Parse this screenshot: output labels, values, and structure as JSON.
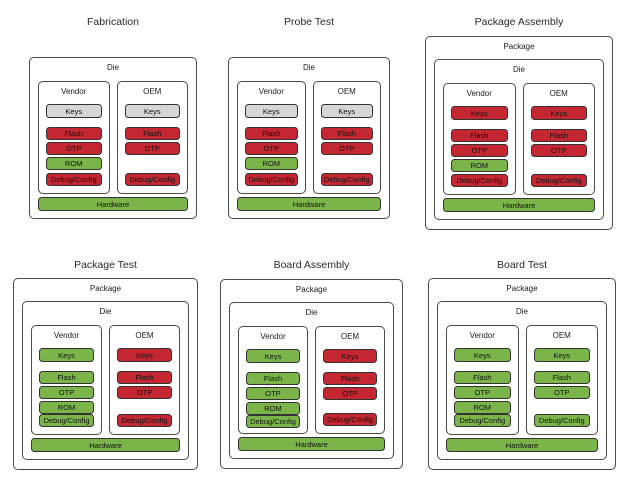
{
  "diagram": {
    "background": "#ffffff",
    "labels": {
      "package": "Package",
      "die": "Die",
      "vendor": "Vendor",
      "oem": "OEM",
      "keys": "Keys",
      "flash": "Flash",
      "otp": "OTP",
      "rom": "ROM",
      "debug": "Debug/Config",
      "hardware": "Hardware"
    },
    "colors": {
      "red": "#c52732",
      "green": "#7bb54a",
      "gray": "#d6d6d6"
    },
    "stages": [
      {
        "title": "Fabrication",
        "package": false,
        "vendor": {
          "keys": "gray",
          "flash": "red",
          "otp": "red",
          "rom": "green",
          "debug": "red"
        },
        "oem": {
          "keys": "gray",
          "flash": "red",
          "otp": "red",
          "debug": "red"
        },
        "hardware": "green"
      },
      {
        "title": "Probe Test",
        "package": false,
        "vendor": {
          "keys": "gray",
          "flash": "red",
          "otp": "red",
          "rom": "green",
          "debug": "red"
        },
        "oem": {
          "keys": "gray",
          "flash": "red",
          "otp": "red",
          "debug": "red"
        },
        "hardware": "green"
      },
      {
        "title": "Package Assembly",
        "package": true,
        "vendor": {
          "keys": "red",
          "flash": "red",
          "otp": "red",
          "rom": "green",
          "debug": "red"
        },
        "oem": {
          "keys": "red",
          "flash": "red",
          "otp": "red",
          "debug": "red"
        },
        "hardware": "green"
      },
      {
        "title": "Package Test",
        "package": true,
        "vendor": {
          "keys": "green",
          "flash": "green",
          "otp": "green",
          "rom": "green",
          "debug": "green"
        },
        "oem": {
          "keys": "red",
          "flash": "red",
          "otp": "red",
          "debug": "red"
        },
        "hardware": "green"
      },
      {
        "title": "Board Assembly",
        "package": true,
        "vendor": {
          "keys": "green",
          "flash": "green",
          "otp": "green",
          "rom": "green",
          "debug": "green"
        },
        "oem": {
          "keys": "red",
          "flash": "red",
          "otp": "red",
          "debug": "red"
        },
        "hardware": "green"
      },
      {
        "title": "Board Test",
        "package": true,
        "vendor": {
          "keys": "green",
          "flash": "green",
          "otp": "green",
          "rom": "green",
          "debug": "green"
        },
        "oem": {
          "keys": "green",
          "flash": "green",
          "otp": "green",
          "debug": "green"
        },
        "hardware": "green"
      }
    ]
  }
}
